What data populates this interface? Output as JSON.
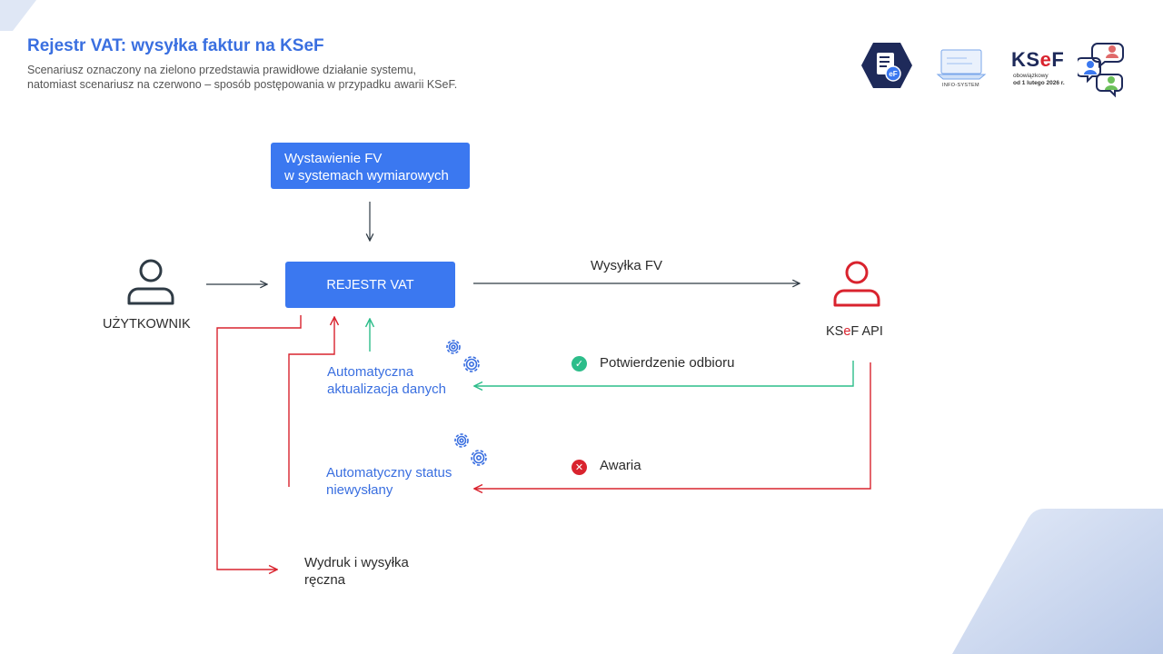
{
  "header": {
    "title": "Rejestr VAT:  wysyłka faktur na KSeF",
    "subtitle_line1": "Scenariusz oznaczony na zielono przedstawia prawidłowe działanie systemu,",
    "subtitle_line2": "natomiast scenariusz na czerwono – sposób postępowania w przypadku awarii KSeF."
  },
  "logos": {
    "ksef_name_k": "KS",
    "ksef_name_e": "e",
    "ksef_name_f": "F",
    "ksef_sub1": "obowiązkowy",
    "ksef_sub2": "od 1 lutego 2026 r.",
    "info_system": "INFO-SYSTEM",
    "badge_letters": "eF"
  },
  "diagram": {
    "box_fv_line1": "Wystawienie FV",
    "box_fv_line2": "w systemach wymiarowych",
    "box_rejestr": "REJESTR VAT",
    "user_label": "UŻYTKOWNIK",
    "ksef_label_a": "KS",
    "ksef_label_e": "e",
    "ksef_label_b": "F API",
    "send_label": "Wysyłka FV",
    "confirm_label": "Potwierdzenie odbioru",
    "failure_label": "Awaria",
    "auto_update_line1": "Automatyczna",
    "auto_update_line2": "aktualizacja danych",
    "auto_status_line1": "Automatyczny status",
    "auto_status_line2": "niewysłany",
    "manual_line1": "Wydruk i wysyłka",
    "manual_line2": "ręczna"
  },
  "colors": {
    "accent_blue": "#3b78f0",
    "green": "#2dbd8a",
    "red": "#d9232e",
    "dark": "#2f3b45",
    "navy": "#1e2a5a"
  }
}
